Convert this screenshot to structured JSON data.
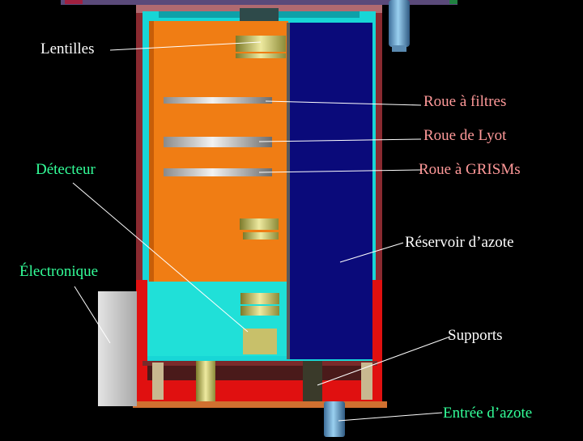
{
  "colors": {
    "background": "#000000",
    "label_white": "#ffffff",
    "label_pink": "#ff9999",
    "label_green": "#33ff99",
    "optical_bench": "#f07d14",
    "nitrogen_reservoir": "#0a0a7a",
    "shield_cyan": "#18d6d6",
    "support_red": "#e01010",
    "electronics_box": "#cfcfcf"
  },
  "labels": {
    "lentilles": "Lentilles",
    "roue_filtres": "Roue à filtres",
    "roue_lyot": "Roue de Lyot",
    "detecteur": "Détecteur",
    "roue_grisms": "Roue à GRISMs",
    "reservoir": "Réservoir d’azote",
    "electronique": "Électronique",
    "supports": "Supports",
    "entree_azote": "Entrée d’azote"
  }
}
